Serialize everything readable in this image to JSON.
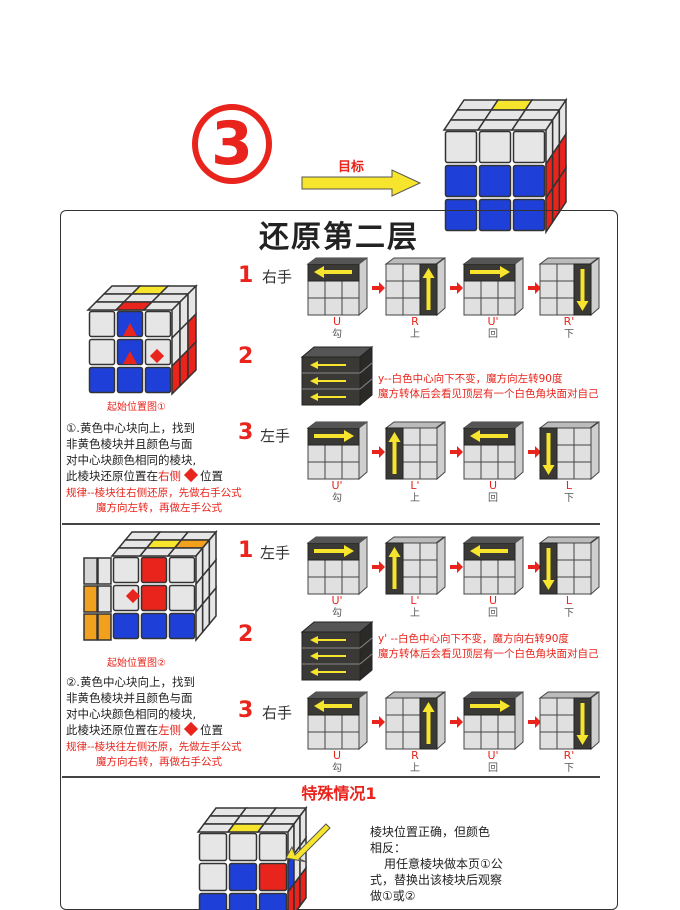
{
  "header": {
    "step_number": "3",
    "target_label": "目标"
  },
  "title": "还原第二层",
  "case1": {
    "caption": "起始位置图①",
    "desc_lines": [
      "①.黄色中心块向上，找到",
      "非黄色棱块并且颜色与面",
      "对中心块颜色相同的棱块,"
    ],
    "desc_last_prefix": "此棱块还原位置在",
    "desc_last_side": "右侧",
    "desc_last_suffix": "位置",
    "rule_lines": [
      "规律--棱块往右侧还原，先做右手公式",
      "魔方向左转，再做左手公式"
    ],
    "steps": [
      {
        "num": "1",
        "hand": "右手",
        "moves": [
          {
            "top": "U",
            "bottom": "勾"
          },
          {
            "top": "R",
            "bottom": "上"
          },
          {
            "top": "U'",
            "bottom": "回"
          },
          {
            "top": "R'",
            "bottom": "下"
          }
        ]
      },
      {
        "num": "2",
        "hand": "",
        "note_lines": [
          "y--白色中心向下不变，魔方向左转90度",
          "魔方转体后会看见顶层有一个白色角块面对自己"
        ]
      },
      {
        "num": "3",
        "hand": "左手",
        "moves": [
          {
            "top": "U'",
            "bottom": "勾"
          },
          {
            "top": "L'",
            "bottom": "上"
          },
          {
            "top": "U",
            "bottom": "回"
          },
          {
            "top": "L",
            "bottom": "下"
          }
        ]
      }
    ]
  },
  "case2": {
    "caption": "起始位置图②",
    "desc_lines": [
      "②.黄色中心块向上，找到",
      "非黄色棱块并且颜色与面",
      "对中心块颜色相同的棱块,"
    ],
    "desc_last_prefix": "此棱块还原位置在",
    "desc_last_side": "左侧",
    "desc_last_suffix": "位置",
    "rule_lines": [
      "规律--棱块往左侧还原，先做左手公式",
      "魔方向右转，再做右手公式"
    ],
    "steps": [
      {
        "num": "1",
        "hand": "左手",
        "moves": [
          {
            "top": "U'",
            "bottom": "勾"
          },
          {
            "top": "L'",
            "bottom": "上"
          },
          {
            "top": "U",
            "bottom": "回"
          },
          {
            "top": "L",
            "bottom": "下"
          }
        ]
      },
      {
        "num": "2",
        "hand": "",
        "note_lines": [
          "y' --白色中心向下不变，魔方向右转90度",
          "魔方转体后会看见顶层有一个白色角块面对自己"
        ]
      },
      {
        "num": "3",
        "hand": "右手",
        "moves": [
          {
            "top": "U",
            "bottom": "勾"
          },
          {
            "top": "R",
            "bottom": "上"
          },
          {
            "top": "U'",
            "bottom": "回"
          },
          {
            "top": "R'",
            "bottom": "下"
          }
        ]
      }
    ]
  },
  "special": {
    "title": "特殊情况1",
    "desc_lines": [
      "棱块位置正确，但颜色",
      "相反：",
      "用任意棱块做本页①公",
      "式，替换出该棱块后观察",
      "做①或②"
    ]
  },
  "colors": {
    "red": "#e8241c",
    "blue": "#1e3fd8",
    "yellow": "#f6e52c",
    "orange": "#f1a11d",
    "dark": "#3b3936",
    "grey": "#d6d6d6"
  }
}
